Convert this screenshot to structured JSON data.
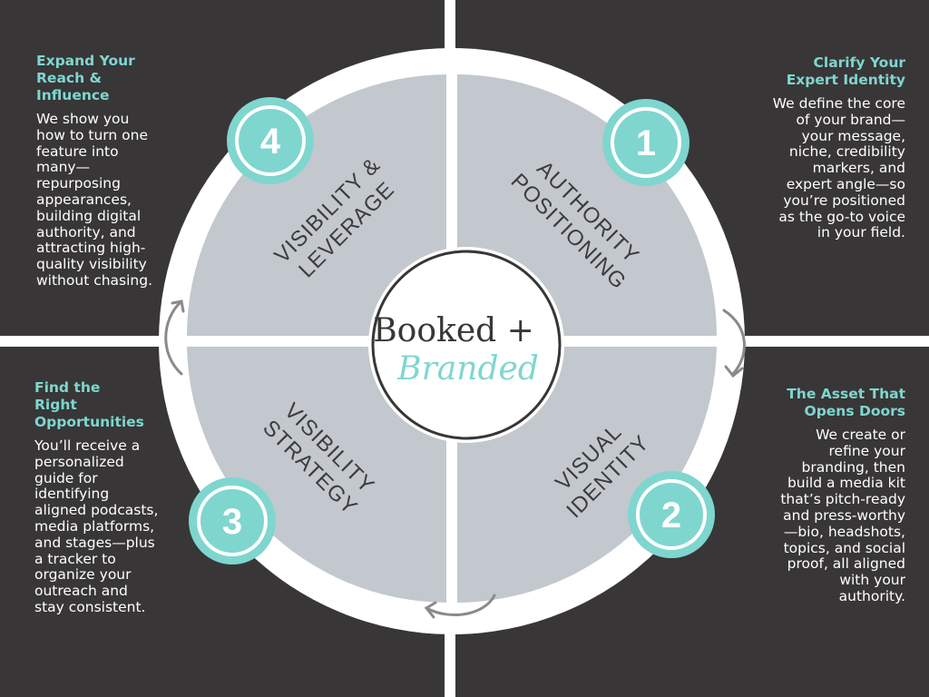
{
  "colors": {
    "background": "#383637",
    "teal": "#7fd6cf",
    "segment": "#c3c8ce",
    "ring": "#ffffff",
    "center_text": "#383637"
  },
  "center": {
    "line1": "Booked +",
    "line2": "Branded"
  },
  "segments": [
    {
      "number": "1",
      "line1": "AUTHORITY",
      "line2": "POSITIONING"
    },
    {
      "number": "2",
      "line1": "VISUAL",
      "line2": "IDENTITY"
    },
    {
      "number": "3",
      "line1": "VISIBILITY",
      "line2": "STRATEGY"
    },
    {
      "number": "4",
      "line1": "VISIBILITY &",
      "line2": "LEVERAGE"
    }
  ],
  "panels": {
    "top_left": {
      "heading": "Expand Your Reach & Influence",
      "body": "We show you how to turn one feature into many—repurposing appearances, building digital authority, and attracting high-quality visibility without chasing."
    },
    "top_right": {
      "heading": "Clarify Your Expert Identity",
      "body": "We define the core of your brand—your message, niche, credibility markers, and expert angle—so you’re positioned as the go-to voice in your field."
    },
    "bottom_left": {
      "heading": "Find the Right Opportunities",
      "body": "You’ll receive a personalized guide for identifying aligned podcasts, media platforms, and stages—plus a tracker to organize your outreach and stay consistent."
    },
    "bottom_right": {
      "heading": "The Asset That Opens Doors",
      "body": "We create or refine your branding, then build a media kit that’s pitch-ready and press-worthy—bio, headshots, topics, and social proof, all aligned with your authority."
    }
  }
}
